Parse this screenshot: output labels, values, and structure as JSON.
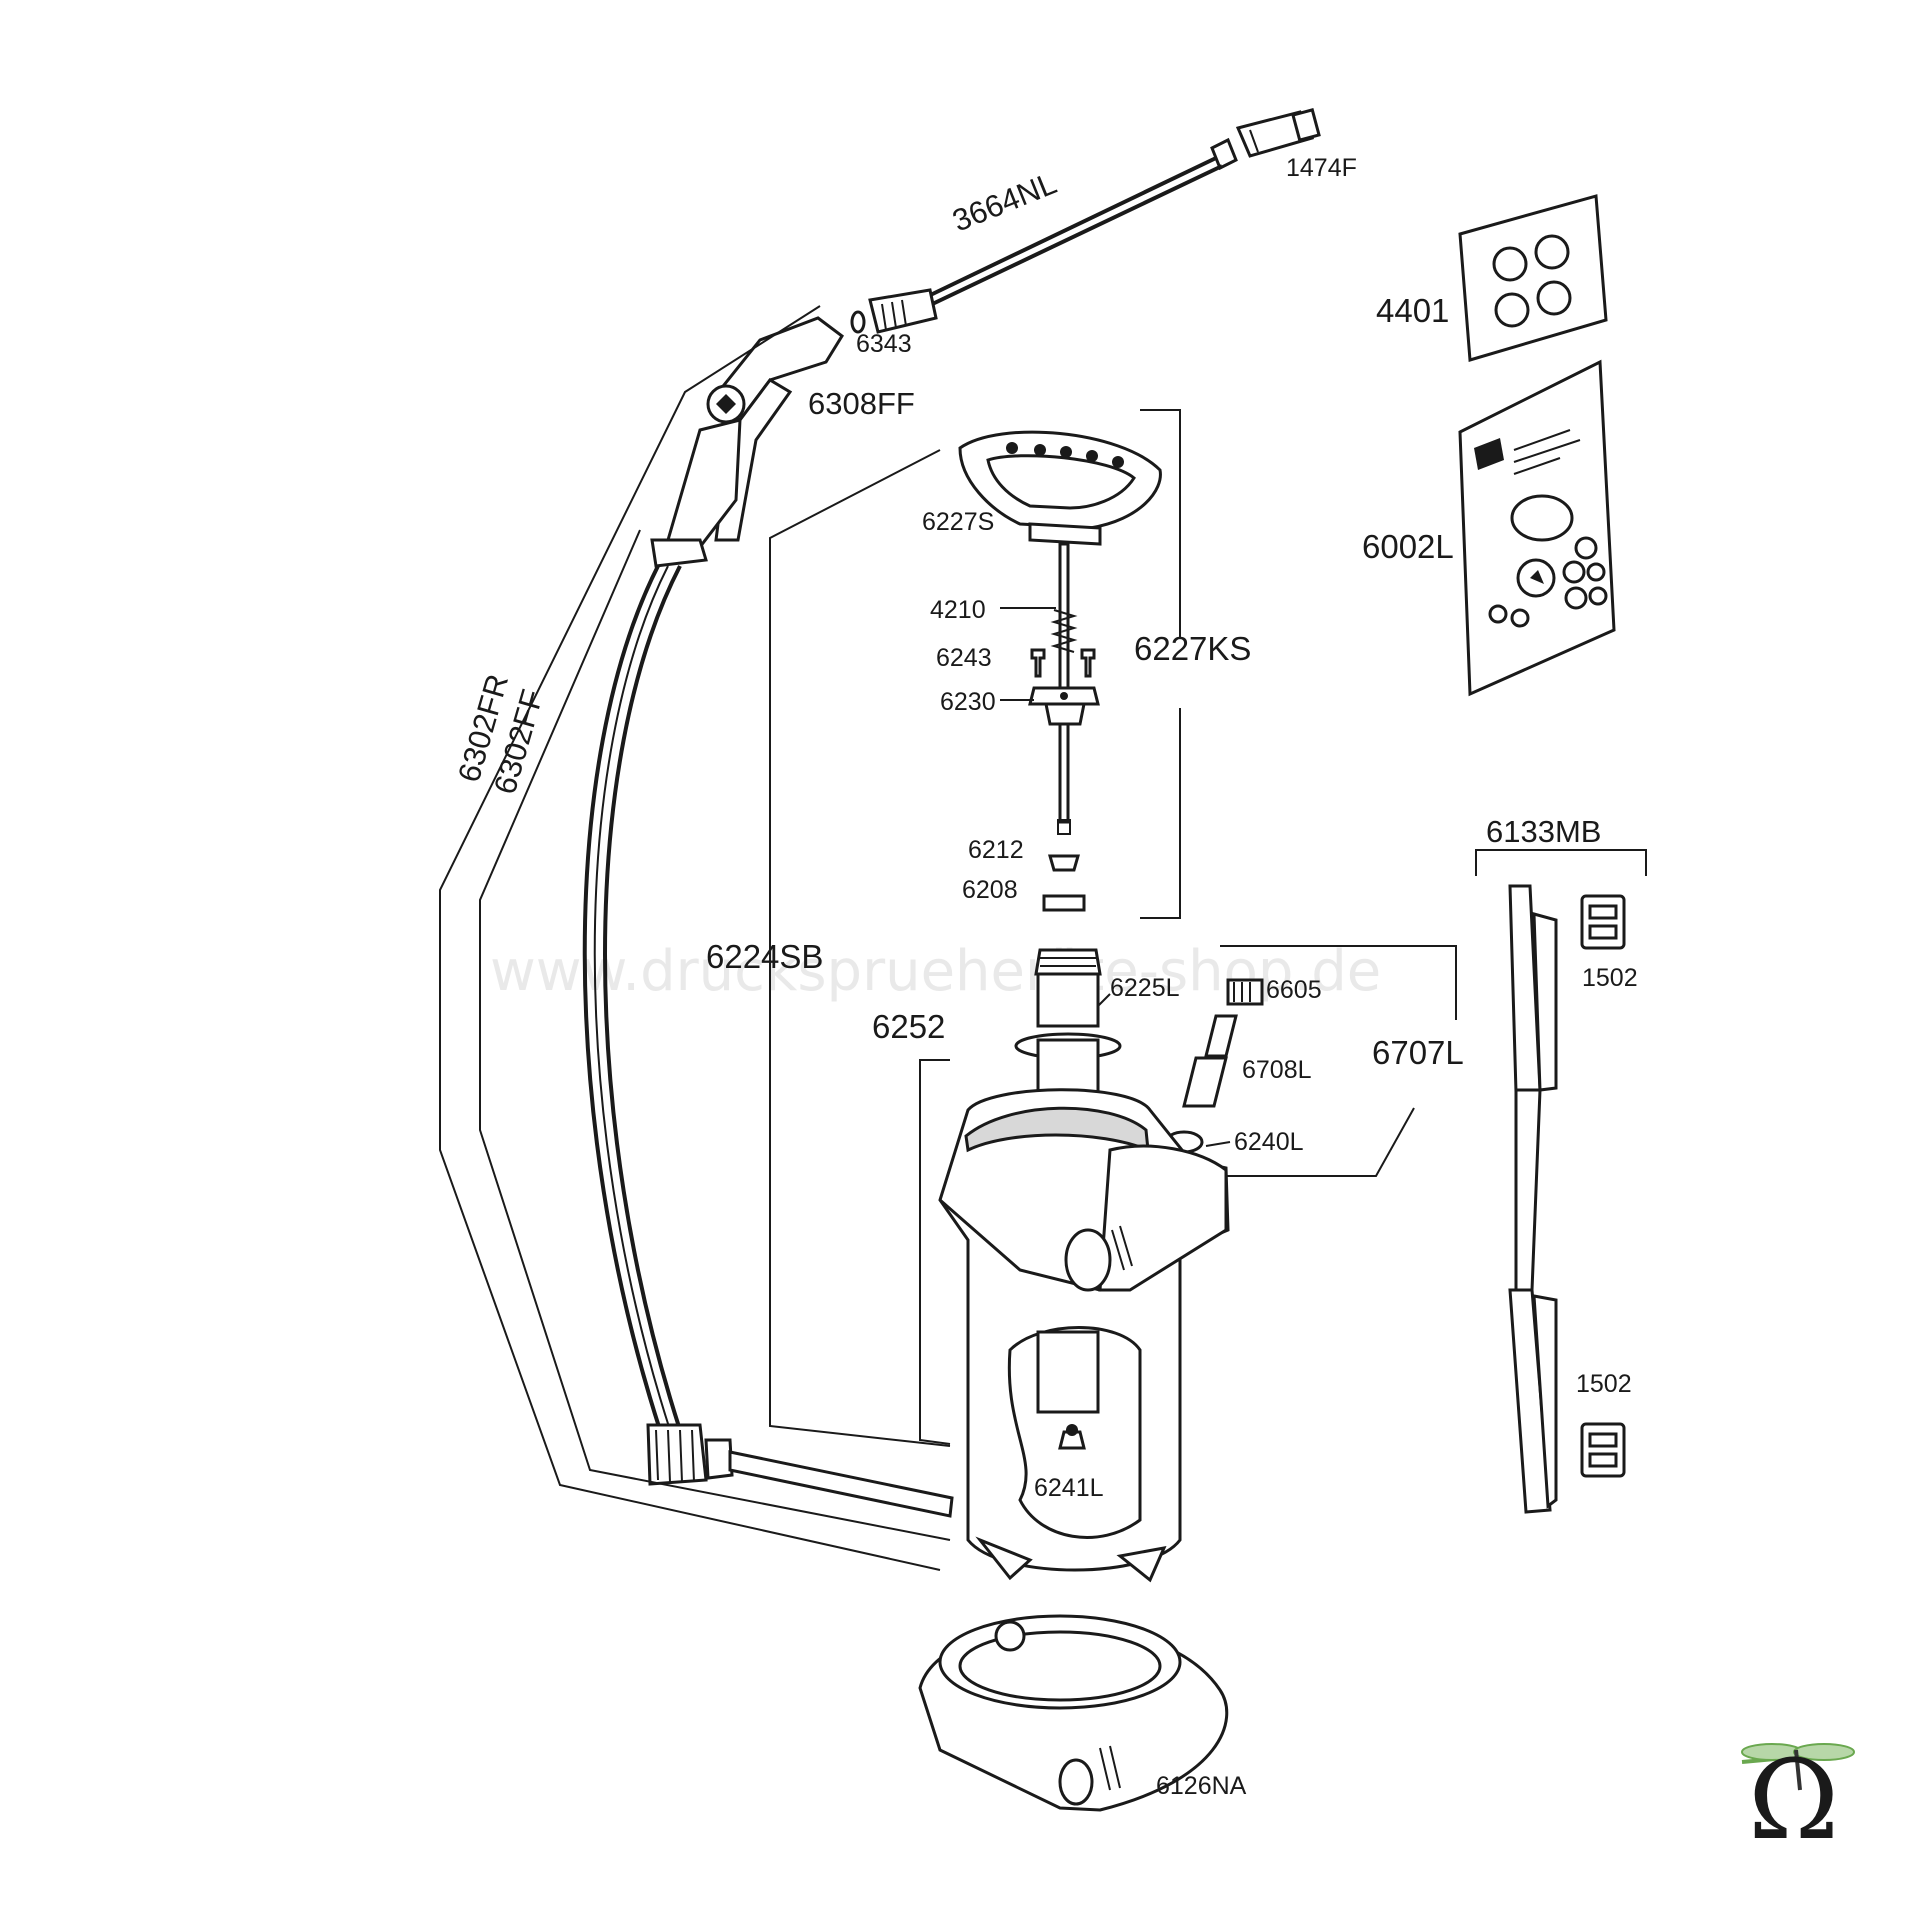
{
  "watermark": "www.drucksprueheräte-shop.de",
  "labels": {
    "p1474F": "1474F",
    "p3664NL": "3664NL",
    "p6343": "6343",
    "p6308FF": "6308FF",
    "p4401": "4401",
    "p6002L": "6002L",
    "p6227S": "6227S",
    "p4210": "4210",
    "p6243": "6243",
    "p6230": "6230",
    "p6227KS": "6227KS",
    "p6212": "6212",
    "p6208": "6208",
    "p6302FR": "6302FR",
    "p6302FF": "6302FF",
    "p6224SB": "6224SB",
    "p6252": "6252",
    "p6225L": "6225L",
    "p6605": "6605",
    "p6708L": "6708L",
    "p6707L": "6707L",
    "p6240L": "6240L",
    "p6241L": "6241L",
    "p6133MB": "6133MB",
    "p1502a": "1502",
    "p1502b": "1502",
    "p6126NA": "6126NA"
  },
  "logo": {
    "symbol": "Ω",
    "icon": "dragonfly-omega-logo",
    "color": "#1a1a1a"
  }
}
